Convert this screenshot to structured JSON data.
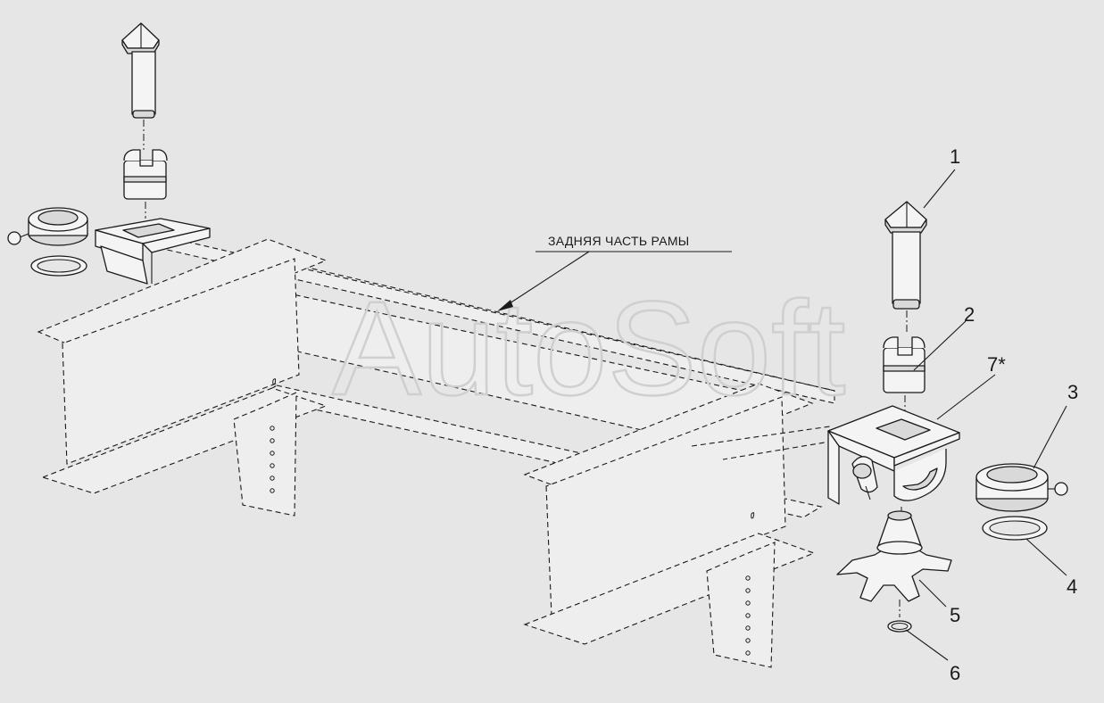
{
  "diagram": {
    "frame_label": "ЗАДНЯЯ ЧАСТЬ РАМЫ",
    "watermark": "AutoSoft",
    "callouts": [
      {
        "id": "c1",
        "text": "1"
      },
      {
        "id": "c2",
        "text": "2"
      },
      {
        "id": "c3",
        "text": "3"
      },
      {
        "id": "c4",
        "text": "4"
      },
      {
        "id": "c5",
        "text": "5"
      },
      {
        "id": "c6",
        "text": "6"
      },
      {
        "id": "c7",
        "text": "7*"
      }
    ]
  }
}
